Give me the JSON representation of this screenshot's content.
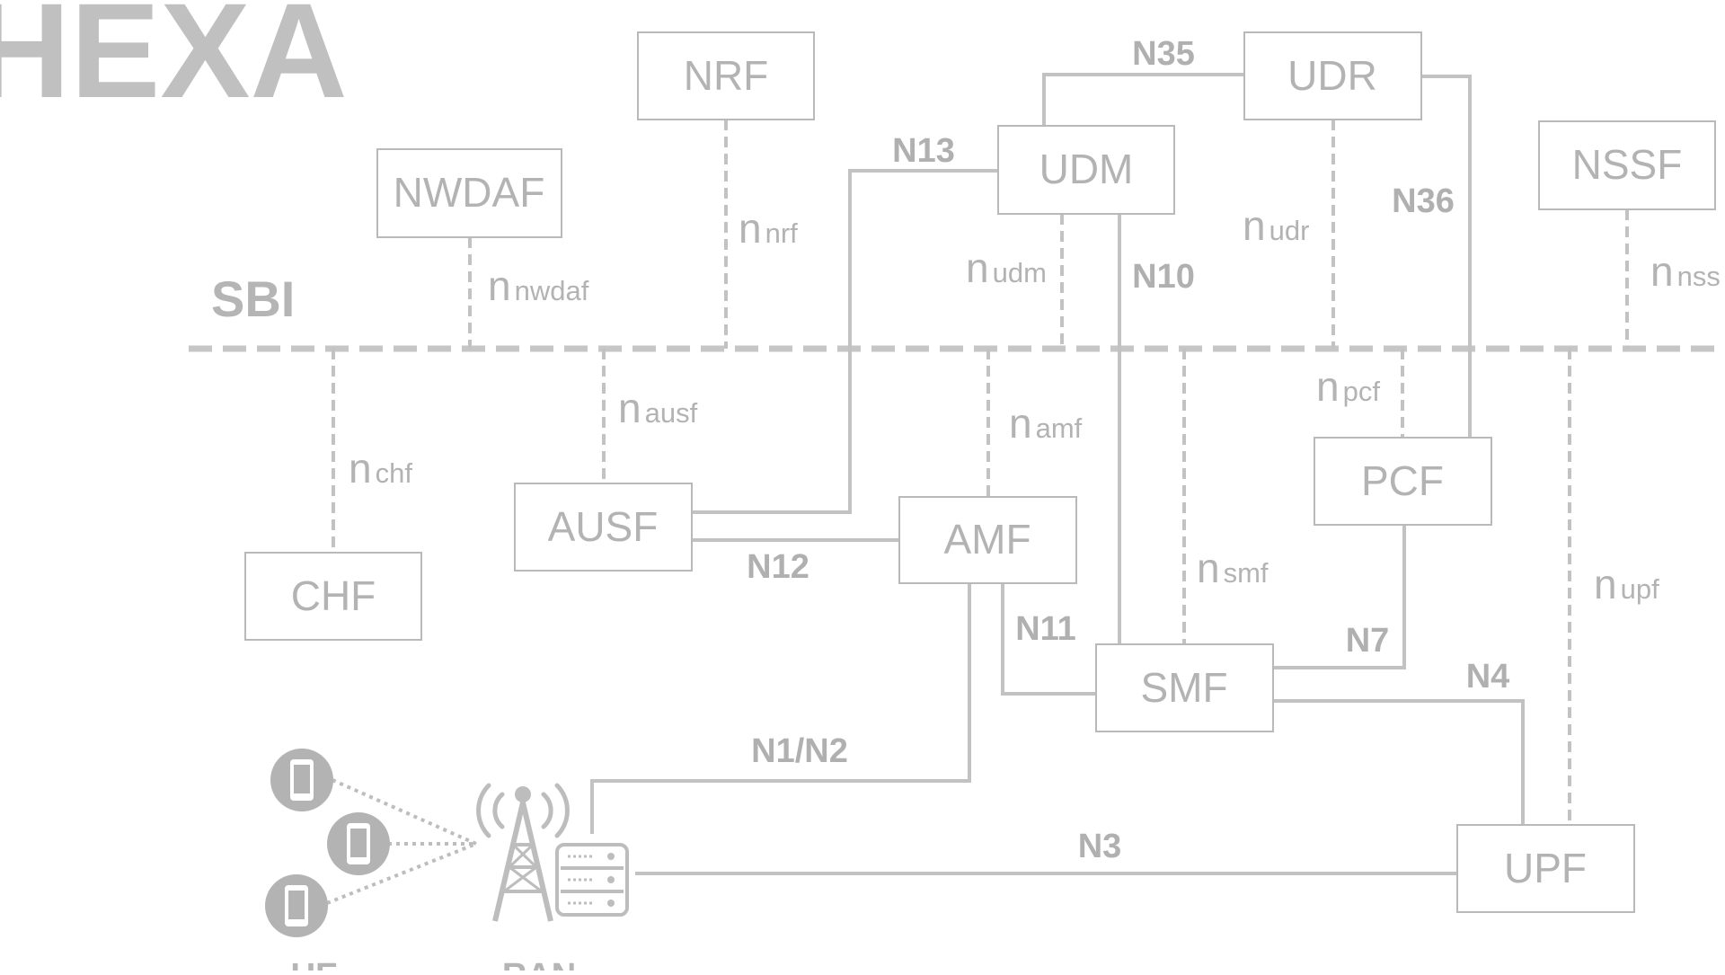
{
  "brand": {
    "text": "HEXA"
  },
  "sbi": {
    "label": "SBI"
  },
  "functions": {
    "nrf": "NRF",
    "udr": "UDR",
    "udm": "UDM",
    "nwdaf": "NWDAF",
    "nssf": "NSSF",
    "ausf": "AUSF",
    "amf": "AMF",
    "pcf": "PCF",
    "chf": "CHF",
    "smf": "SMF",
    "upf": "UPF"
  },
  "links": {
    "n35": "N35",
    "n13": "N13",
    "n36": "N36",
    "n10": "N10",
    "n12": "N12",
    "n11": "N11",
    "n7": "N7",
    "n4": "N4",
    "n1n2": "N1/N2",
    "n3": "N3"
  },
  "services": {
    "prefix": "n",
    "nwdaf": "nwdaf",
    "nrf": "nrf",
    "udm": "udm",
    "udr": "udr",
    "nssf": "nss",
    "ausf": "ausf",
    "chf": "chf",
    "amf": "amf",
    "pcf": "pcf",
    "smf": "smf",
    "upf": "upf"
  },
  "access": {
    "ue_label": "UE",
    "ran_label": "RAN"
  },
  "colors": {
    "line": "#c2c2c2",
    "text": "#b3b3b3",
    "box_border": "#b9b9b9"
  }
}
